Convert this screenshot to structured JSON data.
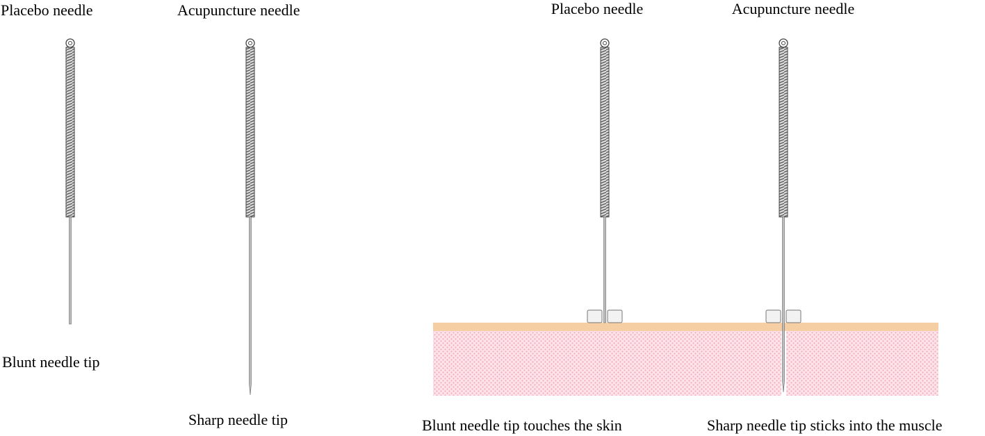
{
  "labels": {
    "left_placebo": "Placebo needle",
    "left_acupuncture": "Acupuncture  needle",
    "blunt_tip": "Blunt  needle tip",
    "sharp_tip": "Sharp  needle tip",
    "right_placebo": "Placebo needle",
    "right_acupuncture": "Acupuncture  needle",
    "touches_skin": "Blunt needle tip touches the skin",
    "sticks_muscle": "Sharp needle tip sticks into the muscle"
  },
  "colors": {
    "skin": "#f5cfa3",
    "muscle_base": "#fde3ea",
    "muscle_pattern": "#f4a9bd",
    "handle_coil": "#5a5a5a",
    "shaft": "#8a8a8a"
  },
  "needles": [
    {
      "name": "placebo-needle-left",
      "tip": "blunt"
    },
    {
      "name": "acupuncture-needle-left",
      "tip": "sharp"
    },
    {
      "name": "placebo-needle-right",
      "tip": "blunt"
    },
    {
      "name": "acupuncture-needle-right",
      "tip": "sharp"
    }
  ]
}
